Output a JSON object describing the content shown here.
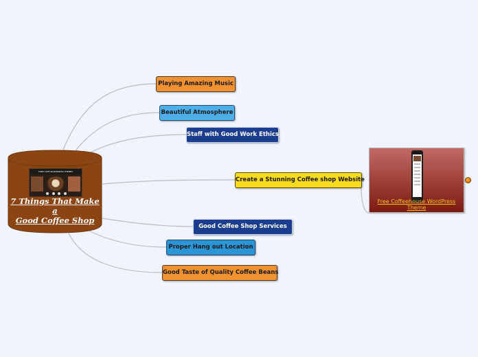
{
  "root": {
    "title_line1": "7 Things That Make a",
    "title_line2": "Good Coffee Shop",
    "thumbnail_caption": "FREE CAFÉ WORDPRESS THEMES",
    "color": "#8b4513"
  },
  "topics": {
    "music": "Playing Amazing Music",
    "atmosphere": "Beautiful Atmosphere",
    "staff": "Staff with Good Work Ethics",
    "website": "Create a Stunning Coffee shop Website",
    "services": "Good Coffee Shop Services",
    "location": "Proper Hang out Location",
    "beans": "Good Taste of Quality Coffee Beans"
  },
  "website_child": {
    "caption": "Free Coffeehouse WordPress Theme",
    "icon": "hyperlink-icon"
  },
  "colors": {
    "orange": "#f2912f",
    "light_blue": "#4db0ea",
    "dark_blue": "#1a3d8f",
    "yellow": "#fadc1e",
    "medium_blue": "#2b95d6",
    "background": "#f1f4fd"
  }
}
